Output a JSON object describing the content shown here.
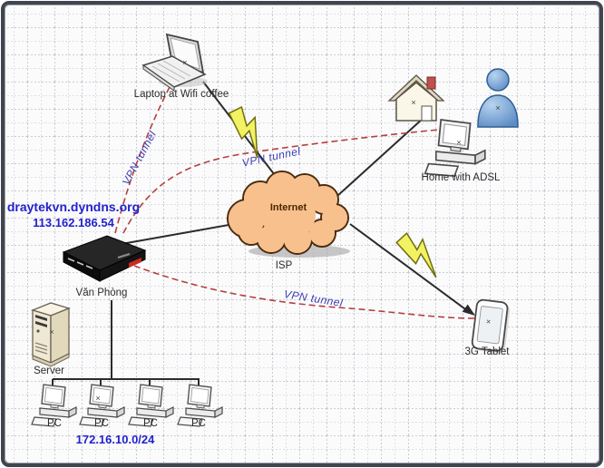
{
  "nodes": {
    "laptop": {
      "label": "Laptop at Wifi coffee"
    },
    "internet": {
      "label": "Internet",
      "isp_label": "ISP"
    },
    "home": {
      "label": "Home with ADSL"
    },
    "office_router": {
      "label": "Văn Phòng",
      "ddns": "draytekvn.dyndns.org",
      "wan_ip": "113.162.186.54"
    },
    "server": {
      "label": "Server"
    },
    "lan": {
      "subnet": "172.16.10.0/24",
      "pcs": [
        {
          "label": "PC"
        },
        {
          "label": "PC"
        },
        {
          "label": "PC"
        },
        {
          "label": "PC"
        }
      ]
    },
    "tablet": {
      "label": "3G Tablet"
    }
  },
  "tunnels": {
    "to_laptop": {
      "label": "VPN tunnel"
    },
    "to_home": {
      "label": "VPN tunnel"
    },
    "to_tablet": {
      "label": "VPN tunnel"
    }
  },
  "decor": {
    "x_mark": "×"
  },
  "colors": {
    "frame_border": "#41454e",
    "grid_major": "#caced4",
    "grid_minor": "#dde0e4",
    "vpn_line": "#b5403e",
    "vpn_text": "#3d3db4",
    "blue_text": "#2222cc",
    "cloud_fill": "#f7c08d",
    "cloud_stroke": "#4a2c10",
    "bolt_fill": "#f2f263",
    "bolt_stroke": "#6e6e12",
    "link_line": "#2b2b2b"
  }
}
